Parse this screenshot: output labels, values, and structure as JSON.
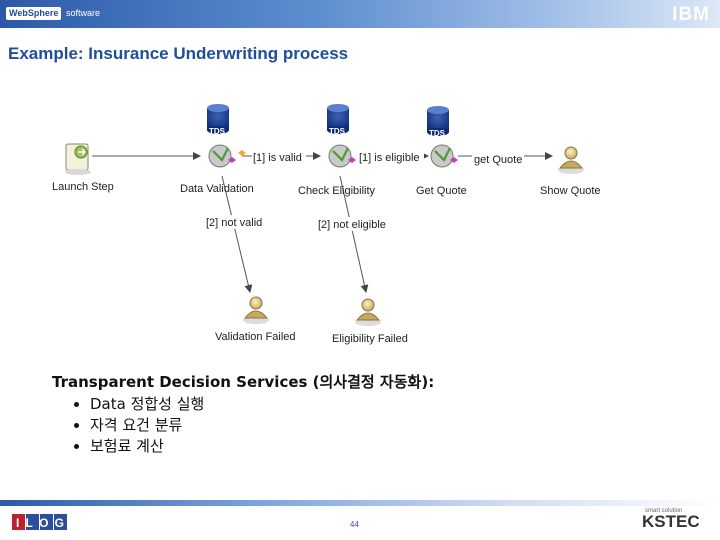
{
  "header": {
    "brand": "WebSphere",
    "product": "software",
    "logo": "IBM"
  },
  "slide": {
    "title": "Example: Insurance Underwriting process"
  },
  "diagram": {
    "tds_label": "TDS",
    "nodes": {
      "launch": "Launch Step",
      "data_validation": "Data Validation",
      "check_eligibility": "Check Eligibility",
      "get_quote": "Get Quote",
      "show_quote": "Show Quote",
      "validation_failed": "Validation Failed",
      "eligibility_failed": "Eligibility Failed"
    },
    "edges": {
      "is_valid": "[1] is valid",
      "is_eligible": "[1] is eligible",
      "get_quote": "get Quote",
      "not_valid": "[2] not valid",
      "not_eligible": "[2] not eligible"
    }
  },
  "description": {
    "heading": "Transparent Decision Services (의사결정 자동화):",
    "bullets": [
      "Data 정합성 실행",
      "자격 요건 분류",
      "보험료 계산"
    ]
  },
  "footer": {
    "page_number": "44",
    "left_logo": "ILOG",
    "right_tagline": "smart solution",
    "right_logo": "KSTEC"
  }
}
